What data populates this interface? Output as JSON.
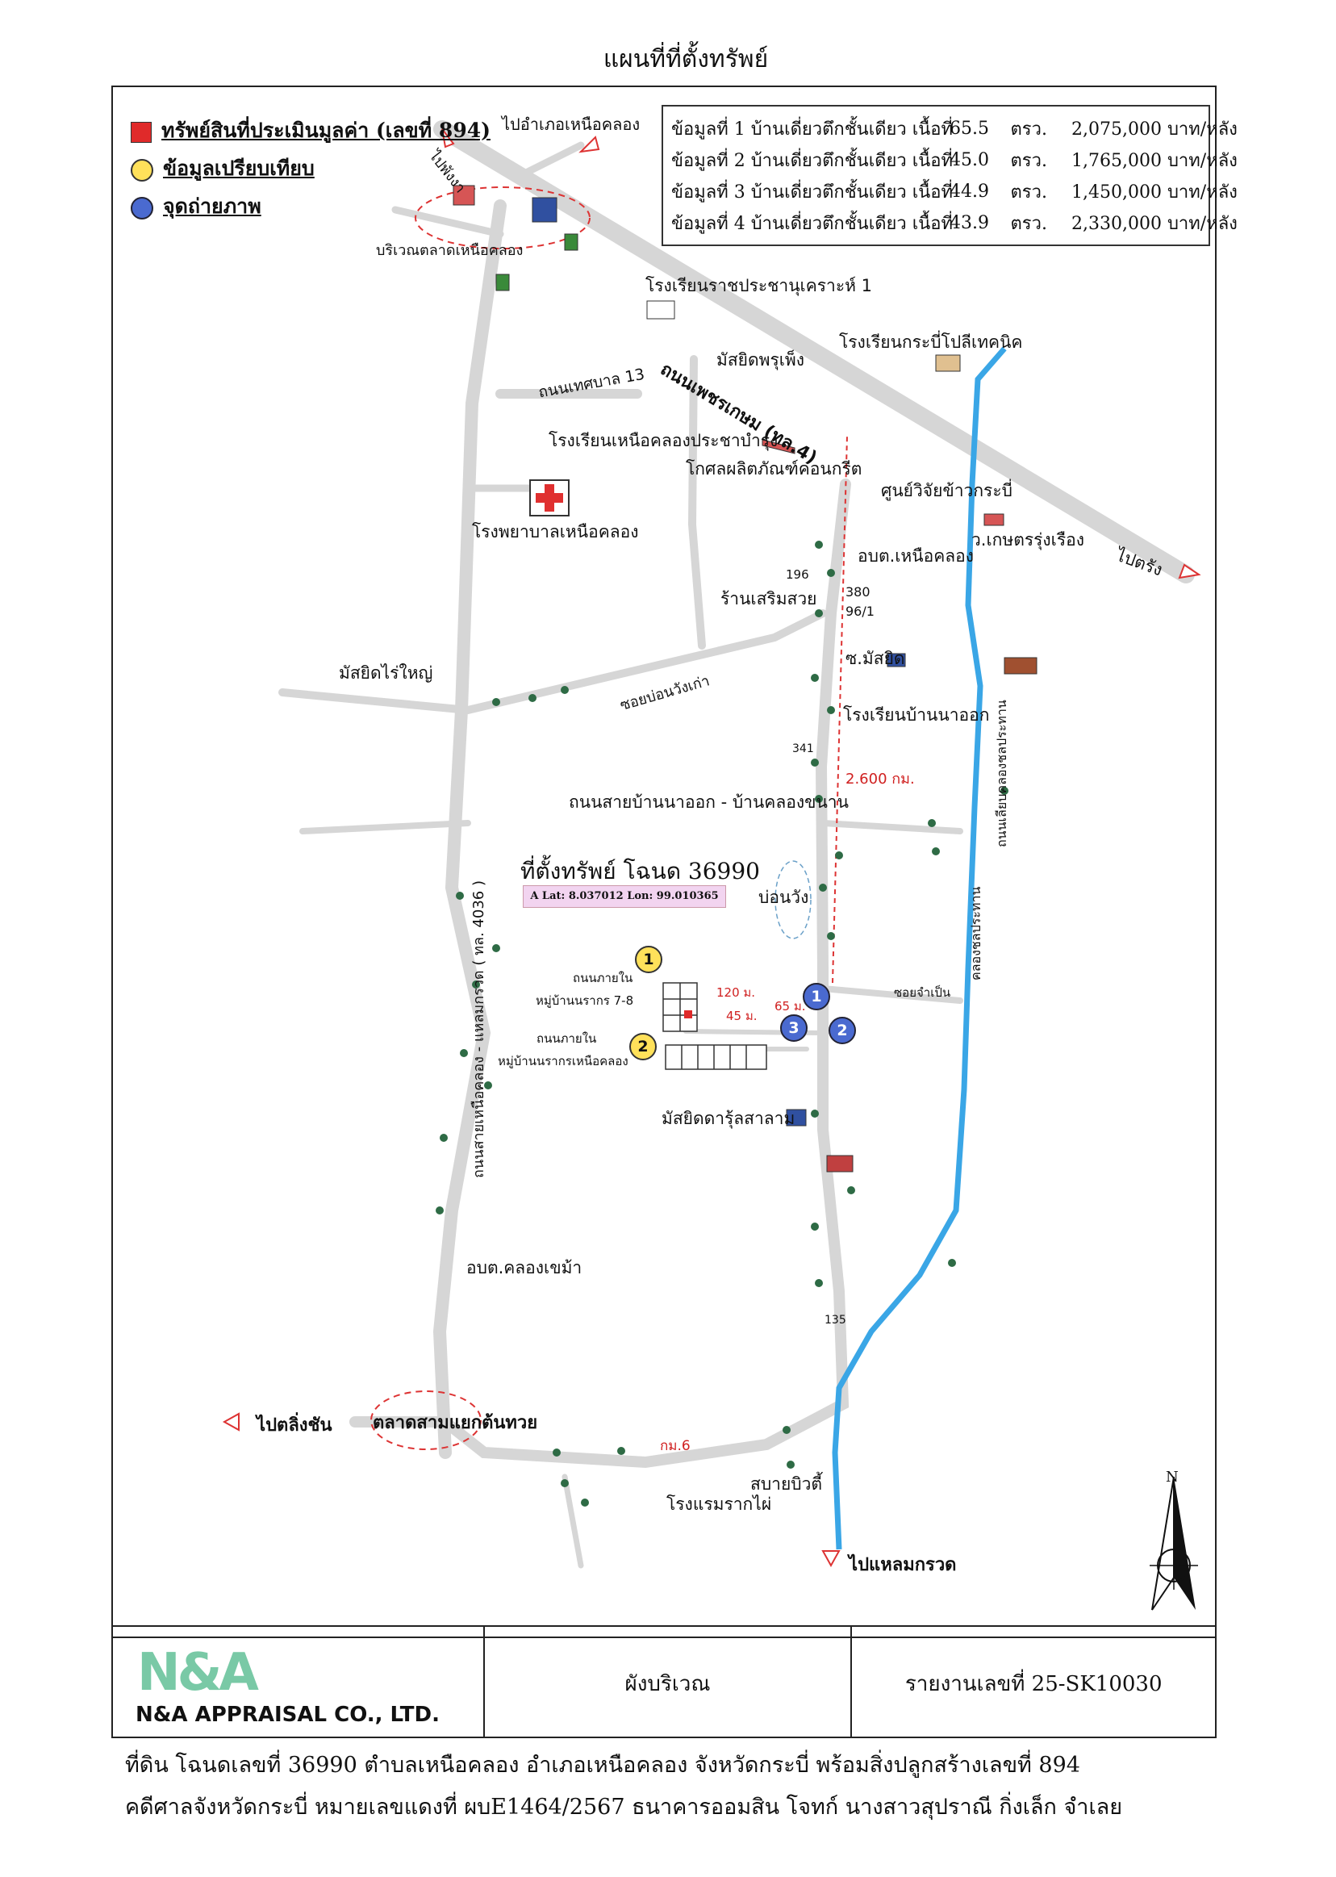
{
  "title": "แผนที่ที่ตั้งทรัพย์",
  "legend": [
    {
      "label": "ทรัพย์สินที่ประเมินมูลค่า (เลขที่ 894)",
      "icon": "red-square-icon",
      "color": "#e02a2a"
    },
    {
      "label": "ข้อมูลเปรียบเทียบ",
      "icon": "yellow-circle-icon",
      "color": "#ffe15a"
    },
    {
      "label": "จุดถ่ายภาพ",
      "icon": "blue-circle-camera-icon",
      "color": "#4a6ad0"
    }
  ],
  "comparables": [
    {
      "name": "ข้อมูลที่ 1  บ้านเดี่ยวตึกชั้นเดียว  เนื้อที่",
      "area": "65.5",
      "unit": "ตรว.",
      "price": "2,075,000 บาท/หลัง"
    },
    {
      "name": "ข้อมูลที่ 2  บ้านเดี่ยวตึกชั้นเดียว  เนื้อที่",
      "area": "45.0",
      "unit": "ตรว.",
      "price": "1,765,000 บาท/หลัง"
    },
    {
      "name": "ข้อมูลที่ 3  บ้านเดี่ยวตึกชั้นเดียว  เนื้อที่",
      "area": "44.9",
      "unit": "ตรว.",
      "price": "1,450,000 บาท/หลัง"
    },
    {
      "name": "ข้อมูลที่ 4  บ้านเดี่ยวตึกชั้นเดียว  เนื้อที่",
      "area": "43.9",
      "unit": "ตรว.",
      "price": "2,330,000 บาท/หลัง"
    }
  ],
  "labels": {
    "to_nuea_khlong": "ไปอำเภอเหนือคลอง",
    "to_phang_nga": "ไปพังงา",
    "market_area": "บริเวณตลาดเหนือคลอง",
    "school_rat": "โรงเรียนราชประชานุเคราะห์ 1",
    "mosque_phru": "มัสยิดพรุเพ็ง",
    "krabi_poly": "โรงเรียนกระบี่โปลีเทคนิค",
    "road_tesaban": "ถนนเทศบาล 13",
    "road_phetkasem": "ถนนเพชรเกษม (ทล.4)",
    "school_nuea": "โรงเรียนเหนือคลองประชาบำรุง",
    "concrete": "โกศลผลิตภัณฑ์คอนกรีต",
    "rice_center": "ศูนย์วิจัยข้าวกระบี่",
    "hospital": "โรงพยาบาลเหนือคลอง",
    "kaset": "ว.เกษตรรุ่งเรือง",
    "to_trang": "ไปตรัง",
    "obt_nuea": "อบต.เหนือคลอง",
    "n196": "196",
    "n380": "380",
    "n96_1": "96/1",
    "shop": "ร้านเสริมสวย",
    "mosque_rai": "มัสยิดไร่ใหญ่",
    "soi_mosque": "ซ.มัสยิด",
    "soi_bo": "ซอยบ่อนวังเก่า",
    "school_na": "โรงเรียนบ้านนาออก",
    "n341": "341",
    "distance": "2.600 กม.",
    "road_na": "ถนนสายบ้านนาออก - บ้านคลองขนาน",
    "road_left": "ถนนสายเหนือคลอง - แหลมกรวด ( ทล. 4036 )",
    "road_right": "ถนนเลียบคลองชลประทาน",
    "canal": "คลองชลประทาน",
    "property": "ที่ตั้งทรัพย์ โฉนด 36990",
    "coords": "A Lat: 8.037012  Lon: 99.010365",
    "pond": "บ่อนวัง",
    "inner_road_1": "ถนนภายใน",
    "village_1": "หมู่บ้านนรากร 7-8",
    "d120": "120 ม.",
    "d65": "65 ม.",
    "d45": "45 ม.",
    "soi_jam": "ซอยจำเป็น",
    "inner_road_2": "ถนนภายใน",
    "village_2": "หมู่บ้านนรากรเหนือคลอง",
    "mosque_dar": "มัสยิดดารุ้ลสาลาม",
    "obt_khlong": "อบต.คลองเขม้า",
    "n135": "135",
    "to_ling": "ไปตลิ่งชัน",
    "market_sam": "ตลาดสามแยกต้นทวย",
    "km6": "กม.6",
    "sabai": "สบายบิวตี้",
    "hotel": "โรงแรมรากไผ่",
    "to_laem": "ไปแหลมกรวด",
    "north": "N",
    "badge1": "1",
    "badge2": "2",
    "badge3": "3"
  },
  "footer": {
    "company": "N&A APPRAISAL CO., LTD.",
    "logo_text": "N&A",
    "plan": "ผังบริเวณ",
    "report": "รายงานเลขที่ 25-SK10030"
  },
  "captions": [
    "ที่ดิน โฉนดเลขที่ 36990 ตำบลเหนือคลอง  อำเภอเหนือคลอง จังหวัดกระบี่ พร้อมสิ่งปลูกสร้างเลขที่ 894",
    "คดีศาลจังหวัดกระบี่ หมายเลขแดงที่  ผบE1464/2567 ธนาคารออมสิน โจทก์    นางสาวสุปราณี  กิ่งเล็ก  จำเลย"
  ],
  "colors": {
    "road": "#d6d6d6",
    "canal": "#3aa6e6",
    "marker_red": "#e02a2a",
    "marker_blue": "#4a6ad0",
    "marker_yellow": "#ffe15a",
    "tree": "#2e6b45"
  }
}
